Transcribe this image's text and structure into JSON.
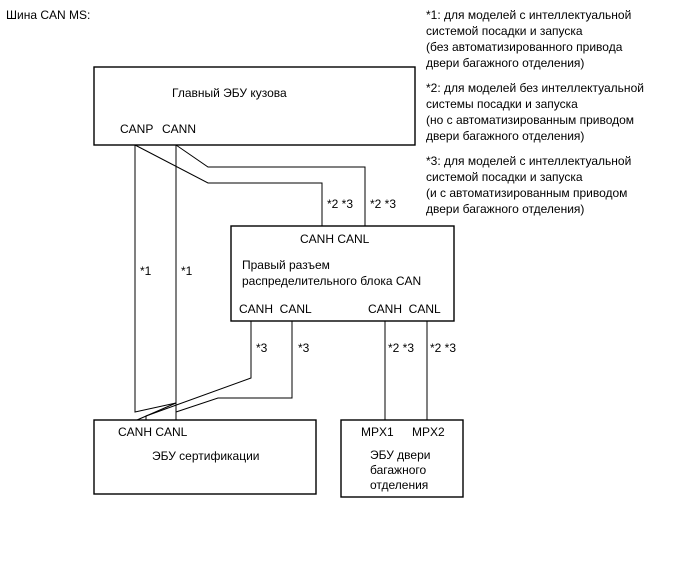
{
  "title": "Шина CAN MS:",
  "notes": [
    [
      "*1: для моделей с интеллектуальной",
      "системой посадки и запуска",
      "(без автоматизированного привода",
      "двери багажного отделения)"
    ],
    [
      "*2: для моделей без интеллектуальной",
      "системы посадки и запуска",
      "(но с автоматизированным приводом",
      "двери багажного отделения)"
    ],
    [
      "*3: для моделей с интеллектуальной",
      "системой посадки и запуска",
      "(и с автоматизированным приводом",
      "двери багажного отделения)"
    ]
  ],
  "main_ecu": {
    "name": "Главный ЭБУ кузова",
    "pin_p": "CANP",
    "pin_n": "CANN"
  },
  "junction": {
    "name": [
      "Правый разъем",
      "распределительного блока CAN"
    ],
    "top_pins": "CANH CANL",
    "bottom_left_pins": "CANH  CANL",
    "bottom_right_pins": "CANH  CANL"
  },
  "cert_ecu": {
    "name": "ЭБУ сертификации",
    "pins": "CANH CANL"
  },
  "door_ecu": {
    "name": [
      "ЭБУ двери",
      "багажного",
      "отделения"
    ],
    "pin1": "MPX1",
    "pin2": "MPX2"
  },
  "marks": {
    "star1": "*1",
    "star2_3": "*2 *3",
    "star3": "*3"
  }
}
